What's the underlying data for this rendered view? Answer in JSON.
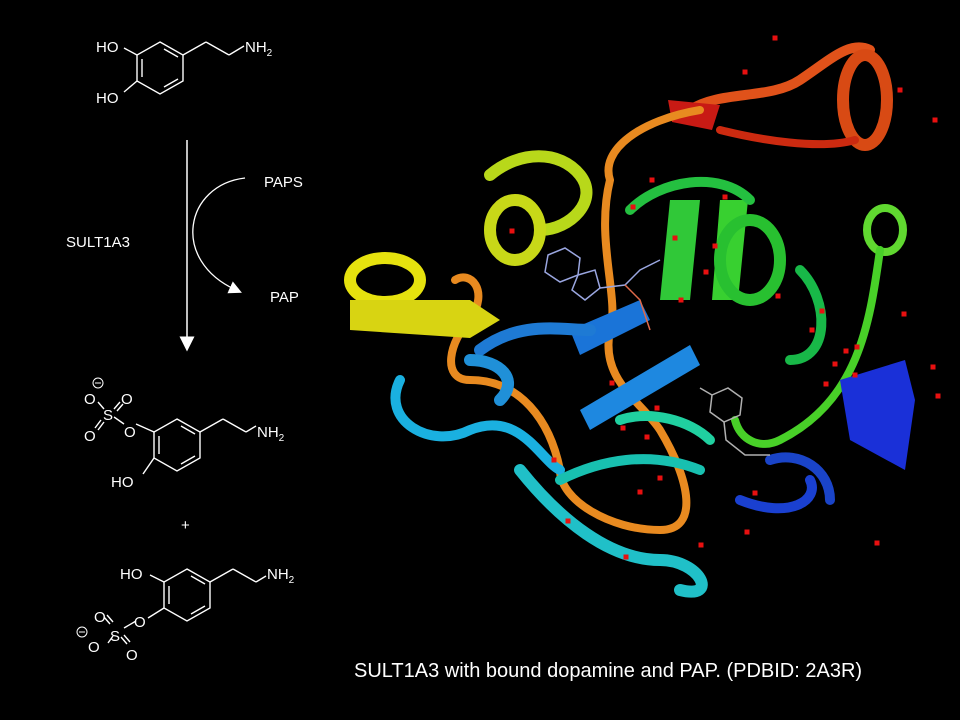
{
  "reaction": {
    "substrate": {
      "ho_top": "HO",
      "ho_bottom": "HO",
      "amine": "NH",
      "amine_sub": "2"
    },
    "enzyme": "SULT1A3",
    "cofactor_in": "PAPS",
    "cofactor_out": "PAP",
    "product1": {
      "o_minus": "⊖",
      "o1": "O",
      "s": "S",
      "o2": "O",
      "o3": "O",
      "o4": "O",
      "amine": "NH",
      "amine_sub": "2",
      "ho": "HO"
    },
    "plus": "+",
    "product2": {
      "ho": "HO",
      "amine": "NH",
      "amine_sub": "2",
      "o_minus": "⊖",
      "o1": "O",
      "s": "S",
      "o2": "O",
      "o3": "O",
      "o4": "O"
    }
  },
  "caption": "SULT1A3 with bound dopamine and PAP. (PDBID:  2A3R)",
  "colors": {
    "background": "#000000",
    "text": "#ffffff",
    "water": "#e81010"
  }
}
